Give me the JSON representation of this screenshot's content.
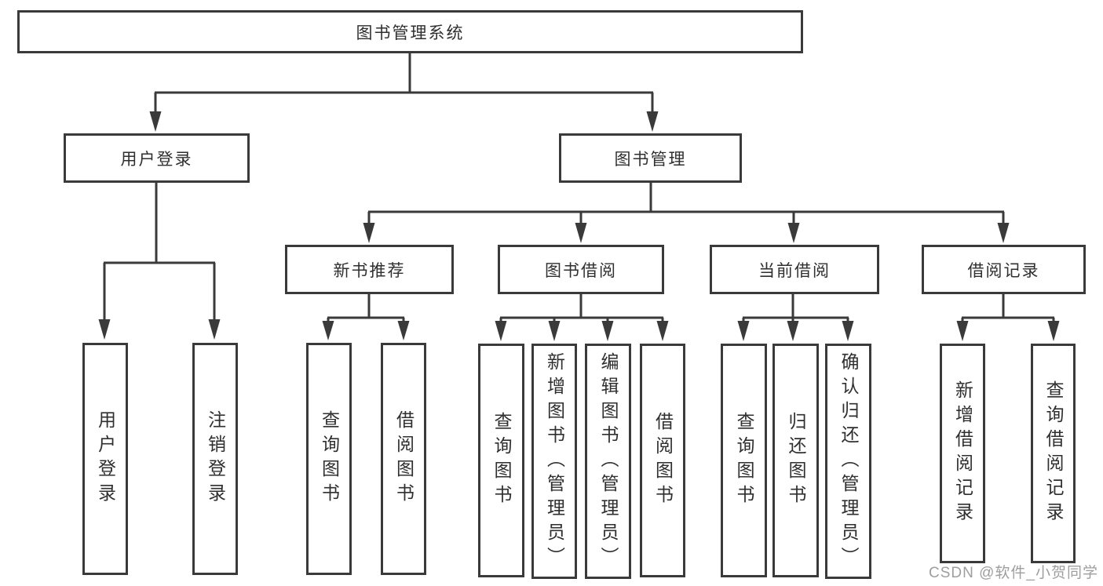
{
  "colors": {
    "line": "#3a3a3a",
    "box_border": "#3a3a3a",
    "text": "#2f2f2f",
    "background": "#ffffff",
    "watermark": "#949494"
  },
  "watermark": {
    "text": "CSDN @软件_小贺同学"
  },
  "tree": {
    "root": "图书管理系统",
    "children": [
      {
        "label": "用户登录",
        "children": [
          "用户登录",
          "注销登录"
        ]
      },
      {
        "label": "图书管理",
        "children": [
          {
            "label": "新书推荐",
            "children": [
              "查询图书",
              "借阅图书"
            ]
          },
          {
            "label": "图书借阅",
            "children": [
              "查询图书",
              "新增图书（管理员）",
              "编辑图书（管理员）",
              "借阅图书"
            ]
          },
          {
            "label": "当前借阅",
            "children": [
              "查询图书",
              "归还图书",
              "确认归还（管理员）"
            ]
          },
          {
            "label": "借阅记录",
            "children": [
              "新增借阅记录",
              "查询借阅记录"
            ]
          }
        ]
      }
    ]
  }
}
